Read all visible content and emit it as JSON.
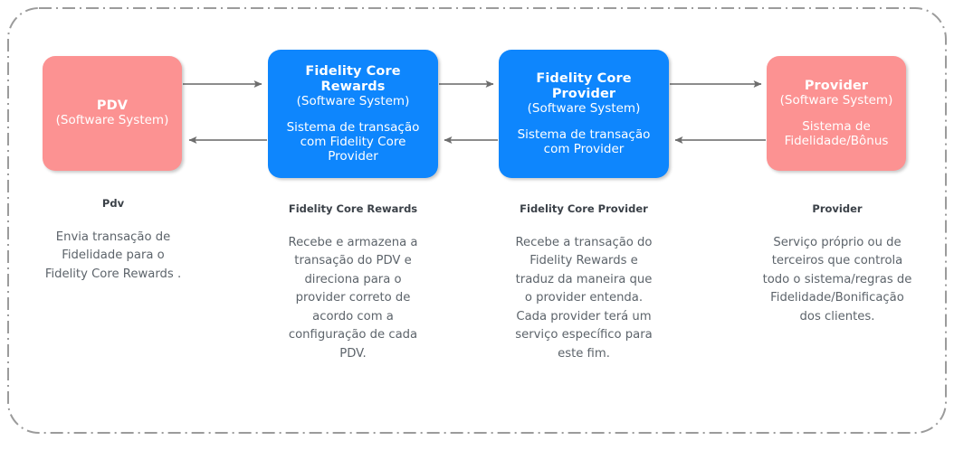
{
  "diagram": {
    "type": "c4-container-diagram",
    "boundary_style": "dash-dot rounded rectangle",
    "colors": {
      "person_or_external": "#fc9292",
      "software_system": "#0e86fd",
      "arrow": "#808080",
      "boundary": "#9b9b9b",
      "box_text": "#ffffff",
      "caption_title": "#3b4148",
      "caption_body": "#5d646b"
    },
    "systems": [
      {
        "id": "pdv",
        "title": "PDV",
        "subtitle": "(Software System)",
        "description": "",
        "color": "pink"
      },
      {
        "id": "fidelity-core-rewards",
        "title": "Fidelity Core\nRewards",
        "subtitle": "(Software System)",
        "description": "Sistema de transação\ncom Fidelity Core\nProvider",
        "color": "blue"
      },
      {
        "id": "fidelity-core-provider",
        "title": "Fidelity Core\nProvider",
        "subtitle": "(Software System)",
        "description": "Sistema de transação\ncom Provider",
        "color": "blue"
      },
      {
        "id": "provider",
        "title": "Provider",
        "subtitle": "(Software System)",
        "description": "Sistema de\nFidelidade/Bônus",
        "color": "pink"
      }
    ],
    "captions": [
      {
        "id": "pdv",
        "title": "Pdv",
        "body": "Envia transação de\nFidelidade para o\nFidelity Core Rewards ."
      },
      {
        "id": "fidelity-core-rewards",
        "title": "Fidelity Core Rewards",
        "body": "Recebe e armazena a\ntransação do PDV e\ndireciona para o\nprovider correto de\nacordo com a\nconfiguração de cada\nPDV."
      },
      {
        "id": "fidelity-core-provider",
        "title": "Fidelity Core Provider",
        "body": "Recebe a transação do\nFidelity Rewards e\ntraduz da maneira que\no provider entenda.\nCada provider terá um\nserviço específico para\neste fim."
      },
      {
        "id": "provider",
        "title": "Provider",
        "body": "Serviço próprio ou de\nterceiros que controla\ntodo o sistema/regras de\nFidelidade/Bonificação\ndos clientes."
      }
    ],
    "connections": [
      {
        "id": "pdv-to-rewards",
        "from": "pdv",
        "to": "fidelity-core-rewards",
        "direction": "right",
        "label": ""
      },
      {
        "id": "rewards-to-pdv",
        "from": "fidelity-core-rewards",
        "to": "pdv",
        "direction": "left",
        "label": ""
      },
      {
        "id": "rewards-to-provsys",
        "from": "fidelity-core-rewards",
        "to": "fidelity-core-provider",
        "direction": "right",
        "label": ""
      },
      {
        "id": "provsys-to-rewards",
        "from": "fidelity-core-provider",
        "to": "fidelity-core-rewards",
        "direction": "left",
        "label": ""
      },
      {
        "id": "provsys-to-provider",
        "from": "fidelity-core-provider",
        "to": "provider",
        "direction": "right",
        "label": ""
      },
      {
        "id": "provider-to-provsys",
        "from": "provider",
        "to": "fidelity-core-provider",
        "direction": "left",
        "label": ""
      }
    ]
  }
}
